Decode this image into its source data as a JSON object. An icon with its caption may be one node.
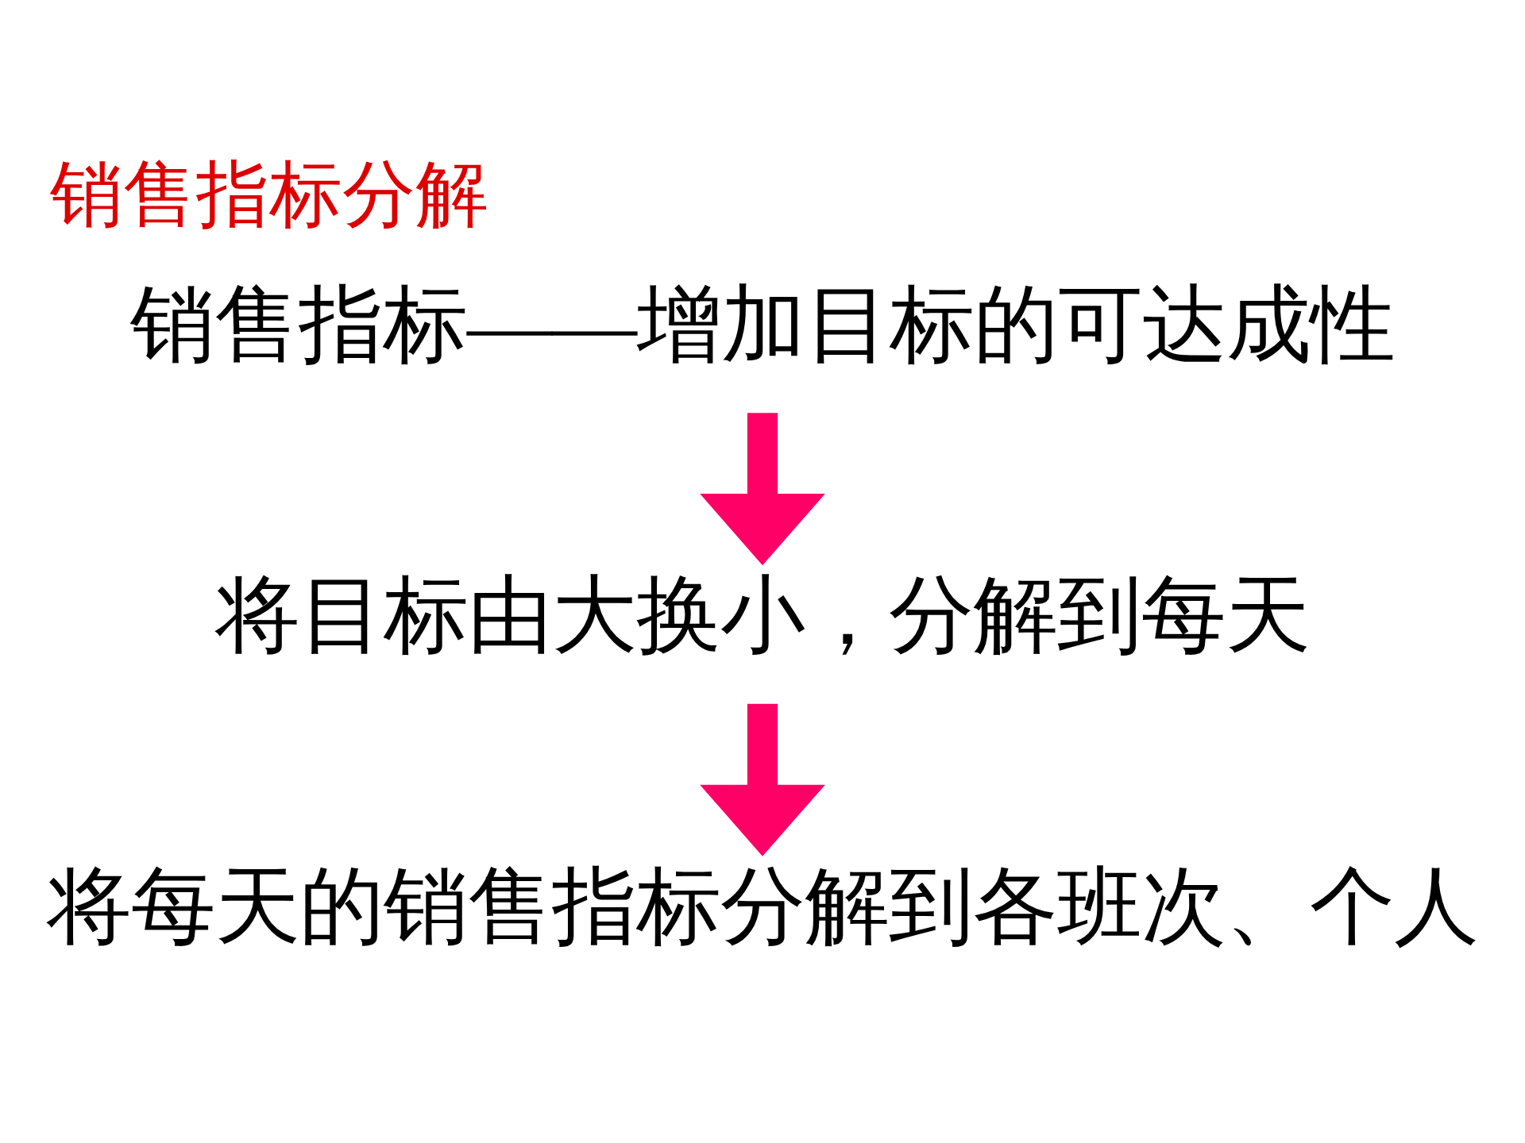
{
  "diagram": {
    "title": "销售指标分解",
    "nodes": [
      {
        "text": [
          "销售指标——增加目标的可达成性"
        ]
      },
      {
        "text": [
          "将目标由大换小，分解到每天"
        ]
      },
      {
        "text": [
          "将每天的销售指标分解到各班次、个人"
        ]
      }
    ],
    "edges": [
      {
        "from": 0,
        "to": 1,
        "arrow": "to"
      },
      {
        "from": 1,
        "to": 2,
        "arrow": "to"
      }
    ]
  }
}
